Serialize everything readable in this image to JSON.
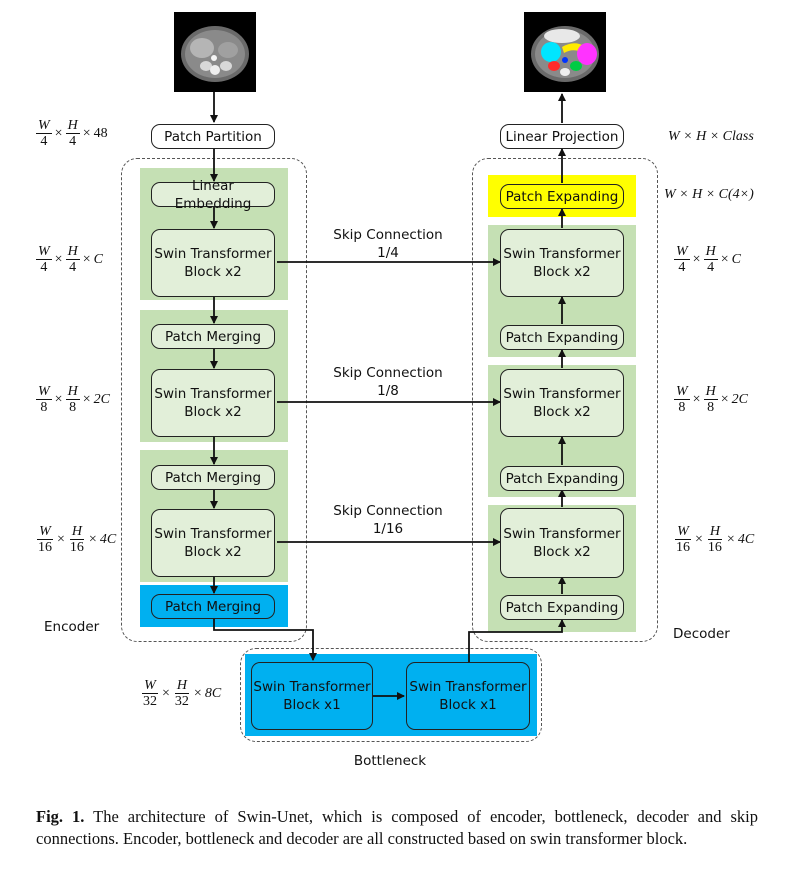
{
  "encoder": {
    "label": "Encoder",
    "patch_partition": "Patch Partition",
    "linear_embedding": "Linear Embedding",
    "swin_block_1": [
      "Swin Transformer",
      "Block x2"
    ],
    "patch_merging_1": "Patch Merging",
    "swin_block_2": [
      "Swin Transformer",
      "Block x2"
    ],
    "patch_merging_2": "Patch Merging",
    "swin_block_3": [
      "Swin Transformer",
      "Block x2"
    ],
    "patch_merging_3": "Patch Merging"
  },
  "bottleneck": {
    "label": "Bottleneck",
    "block_a": [
      "Swin Transformer",
      "Block x1"
    ],
    "block_b": [
      "Swin Transformer",
      "Block x1"
    ]
  },
  "decoder": {
    "label": "Decoder",
    "linear_projection": "Linear Projection",
    "patch_expanding_top": "Patch Expanding",
    "swin_block_1": [
      "Swin Transformer",
      "Block x2"
    ],
    "patch_expanding_1": "Patch Expanding",
    "swin_block_2": [
      "Swin Transformer",
      "Block x2"
    ],
    "patch_expanding_2": "Patch Expanding",
    "swin_block_3": [
      "Swin Transformer",
      "Block x2"
    ],
    "patch_expanding_3": "Patch Expanding"
  },
  "skips": [
    {
      "title": "Skip Connection",
      "ratio": "1/4"
    },
    {
      "title": "Skip Connection",
      "ratio": "1/8"
    },
    {
      "title": "Skip Connection",
      "ratio": "1/16"
    }
  ],
  "dims": {
    "input": {
      "w": "W",
      "wd": "4",
      "h": "H",
      "hd": "4",
      "c": "48"
    },
    "enc1": {
      "w": "W",
      "wd": "4",
      "h": "H",
      "hd": "4",
      "c": "C"
    },
    "enc2": {
      "w": "W",
      "wd": "8",
      "h": "H",
      "hd": "8",
      "c": "2C"
    },
    "enc3": {
      "w": "W",
      "wd": "16",
      "h": "H",
      "hd": "16",
      "c": "4C"
    },
    "bottleneck": {
      "w": "W",
      "wd": "32",
      "h": "H",
      "hd": "32",
      "c": "8C"
    },
    "dec1": {
      "w": "W",
      "wd": "4",
      "h": "H",
      "hd": "4",
      "c": "C"
    },
    "dec2": {
      "w": "W",
      "wd": "8",
      "h": "H",
      "hd": "8",
      "c": "2C"
    },
    "dec3": {
      "w": "W",
      "wd": "16",
      "h": "H",
      "hd": "16",
      "c": "4C"
    },
    "output": "W × H × Class",
    "expand": "W × H × C(4×)"
  },
  "caption": {
    "label": "Fig. 1.",
    "text": "The architecture of Swin-Unet, which is composed of encoder, bottleneck, decoder and skip connections. Encoder, bottleneck and decoder are all constructed based on swin transformer block."
  },
  "colors": {
    "green_bg": "#c5e0b4",
    "green_box": "#e2efd9",
    "blue": "#00b0f0",
    "yellow": "#ffff00"
  }
}
